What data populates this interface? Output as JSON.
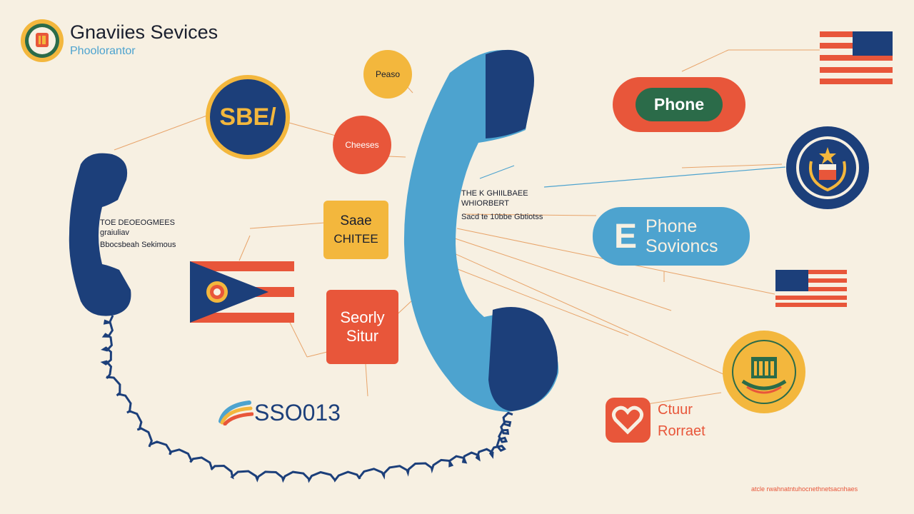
{
  "header": {
    "title": "Gnaviies Sevices",
    "subtitle": "Phoolorantor"
  },
  "badges": {
    "sbe": "SBE/",
    "peaso": "Peaso",
    "cheeses": "Cheeses"
  },
  "left_phone_text": {
    "line1": "TOE DEOEOGMEES",
    "line2": "graiuliav",
    "line3": "Bbocsbeah Sekimous"
  },
  "center_text": {
    "line1": "THE K GHIILBAEE",
    "line2": "WHIORBERT",
    "line3": "Sacd te 10bbe Gbtiotss"
  },
  "cards": {
    "saae_line1": "Saae",
    "saae_line2": "CHITEE",
    "seorly_line1": "Seorly",
    "seorly_line2": "Situr"
  },
  "logo_text": "SSO013",
  "right": {
    "phone_pill": "Phone",
    "e_letter": "E",
    "phone_services_line1": "Phone",
    "phone_services_line2": "Sovioncs",
    "ctuur_line1": "Ctuur",
    "ctuur_line2": "Rorraet"
  },
  "footer_text": "atcle rwahnatntuhocnethnetsacnhaes",
  "colors": {
    "navy": "#1c3f7a",
    "sky": "#4da3cf",
    "orange": "#f0a531",
    "red": "#e8563a",
    "yellow": "#f3b73d",
    "green": "#2b6b49",
    "background": "#f7f0e2"
  },
  "icons": [
    "emblem-icon",
    "phone-icon",
    "flag-icon",
    "seal-icon",
    "heart-icon"
  ]
}
